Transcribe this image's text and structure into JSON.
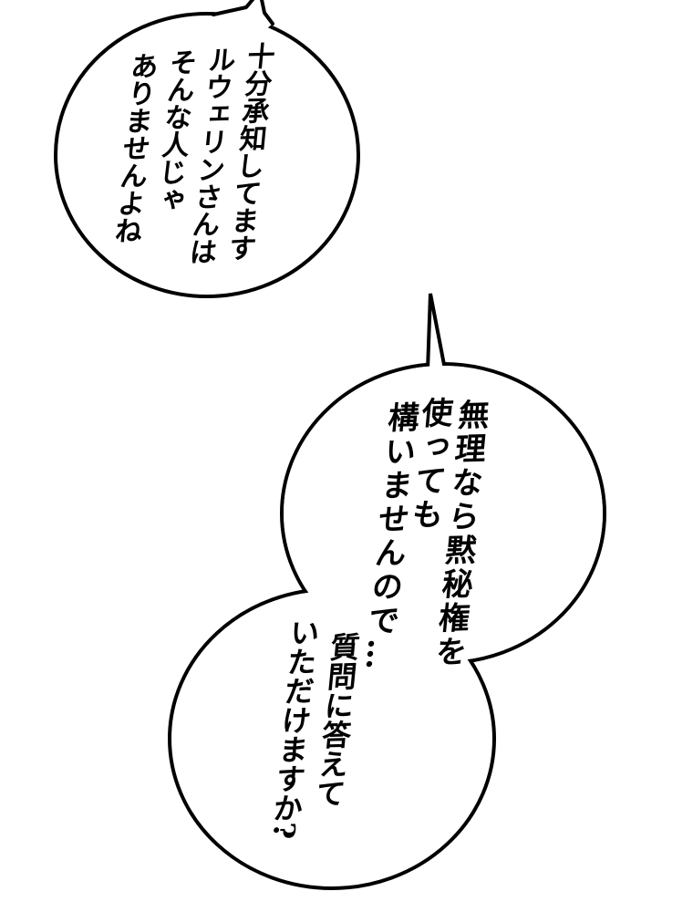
{
  "page": {
    "background_color": "#ffffff",
    "outline_color": "#000000",
    "text_color": "#000000"
  },
  "bubbles": [
    {
      "id": "speech-bubble-top-left",
      "tail": "top, pointing up off-panel",
      "lines": [
        "十分承知してます",
        "ルウェリンさんは",
        "そんな人じゃ",
        "ありませんよね"
      ]
    },
    {
      "id": "speech-bubble-middle-right",
      "tail": "top, narrow spike pointing up",
      "lines": [
        "無理なら黙秘権を",
        "使っても",
        "構いませんので…"
      ]
    },
    {
      "id": "speech-bubble-bottom",
      "tail": "none (merged with middle bubble)",
      "lines": [
        "質問に答えて",
        "いただけますか?"
      ]
    }
  ]
}
